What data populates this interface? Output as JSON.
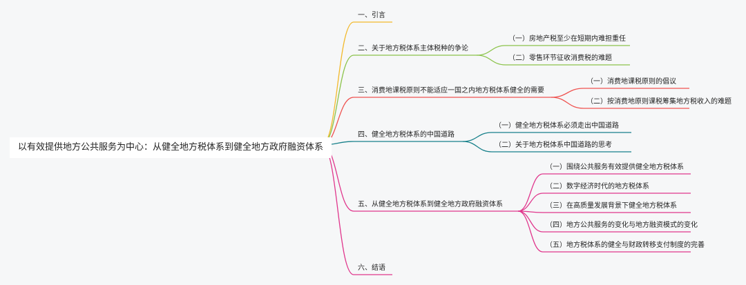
{
  "root": {
    "label": "以有效提供地方公共服务为中心：从健全地方税体系到健全地方政府融资体系"
  },
  "branches": [
    {
      "label": "一、引言",
      "color": "#f2b92a",
      "children": []
    },
    {
      "label": "二、关于地方税体系主体税种的争论",
      "color": "#8bc34a",
      "children": [
        "（一）房地产税至少在短期内难担重任",
        "（二）零售环节征收消费税的难题"
      ]
    },
    {
      "label": "三、消费地课税原则不能适应一国之内地方税体系健全的需要",
      "color": "#ef5350",
      "children": [
        "（一）消费地课税原则的倡议",
        "（二）按消费地原则课税筹集地方税收入的难题"
      ]
    },
    {
      "label": "四、健全地方税体系的中国道路",
      "color": "#17808a",
      "children": [
        "（一）健全地方税体系必须走出中国道路",
        "（二）关于地方税体系中国道路的思考"
      ]
    },
    {
      "label": "五、从健全地方税体系到健全地方政府融资体系",
      "color": "#e0368c",
      "children": [
        "（一）围绕公共服务有效提供健全地方税体系",
        "（二）数字经济时代的地方税体系",
        "（三）在高质量发展背景下健全地方税体系",
        "（四）地方公共服务的变化与地方融资模式的变化",
        "（五）地方税体系的健全与财政转移支付制度的完善"
      ]
    },
    {
      "label": "六、结语",
      "color": "#e0368c",
      "children": []
    }
  ]
}
